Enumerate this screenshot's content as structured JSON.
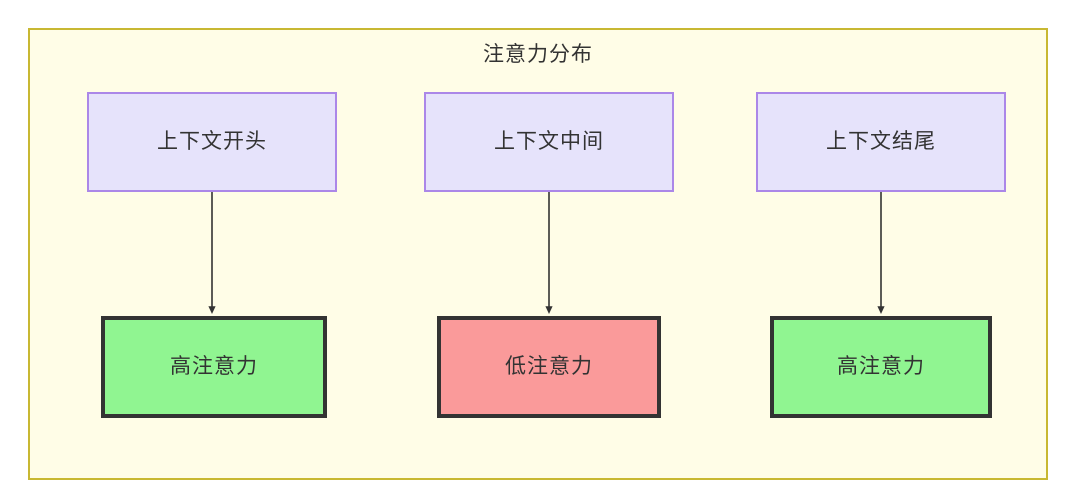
{
  "diagram": {
    "title": "注意力分布",
    "background_color": "#fffde7",
    "frame_border_color": "#c8b832",
    "top_node_fill": "#e6e3fb",
    "top_node_border": "#ab87e8",
    "high_attention_fill": "#90f591",
    "low_attention_fill": "#fa9a9a",
    "bottom_node_border": "#333333",
    "arrow_color": "#333333",
    "columns": [
      {
        "source": {
          "label": "上下文开头"
        },
        "target": {
          "label": "高注意力",
          "state": "high"
        }
      },
      {
        "source": {
          "label": "上下文中间"
        },
        "target": {
          "label": "低注意力",
          "state": "low"
        }
      },
      {
        "source": {
          "label": "上下文结尾"
        },
        "target": {
          "label": "高注意力",
          "state": "high"
        }
      }
    ],
    "edges": [
      {
        "from": "上下文开头",
        "to": "高注意力"
      },
      {
        "from": "上下文中间",
        "to": "低注意力"
      },
      {
        "from": "上下文结尾",
        "to": "高注意力"
      }
    ]
  }
}
